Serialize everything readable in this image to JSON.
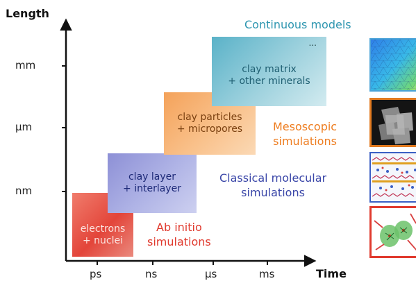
{
  "axes": {
    "y_title": "Length",
    "x_title": "Time",
    "y_ticks": [
      "mm",
      "μm",
      "nm"
    ],
    "x_ticks": [
      "ps",
      "ns",
      "μs",
      "ms"
    ]
  },
  "boxes": {
    "electrons": {
      "line1": "electrons",
      "line2": "+ nuclei"
    },
    "clay_layer": {
      "line1": "clay layer",
      "line2": "+ interlayer"
    },
    "clay_particles": {
      "line1": "clay particles",
      "line2": "+ micropores"
    },
    "clay_matrix": {
      "line1": "clay matrix",
      "line2": "+ other minerals",
      "ellipsis": "..."
    }
  },
  "regions": {
    "ab_initio": {
      "line1": "Ab initio",
      "line2": "simulations",
      "color": "#e03a2e"
    },
    "classical": {
      "line1": "Classical molecular",
      "line2": "simulations",
      "color": "#3a46a8"
    },
    "mesoscopic": {
      "line1": "Mesoscopic",
      "line2": "simulations",
      "color": "#ee7d20"
    },
    "continuous": {
      "line1": "Continuous models",
      "color": "#2e96b0"
    }
  },
  "thumbnails": [
    {
      "name": "continuum-mesh",
      "border": "#4aa3d8"
    },
    {
      "name": "particle-aggregate",
      "border": "#e27a1f"
    },
    {
      "name": "molecular-layers",
      "border": "#3a5fc4"
    },
    {
      "name": "electron-density",
      "border": "#e03a2e"
    }
  ]
}
